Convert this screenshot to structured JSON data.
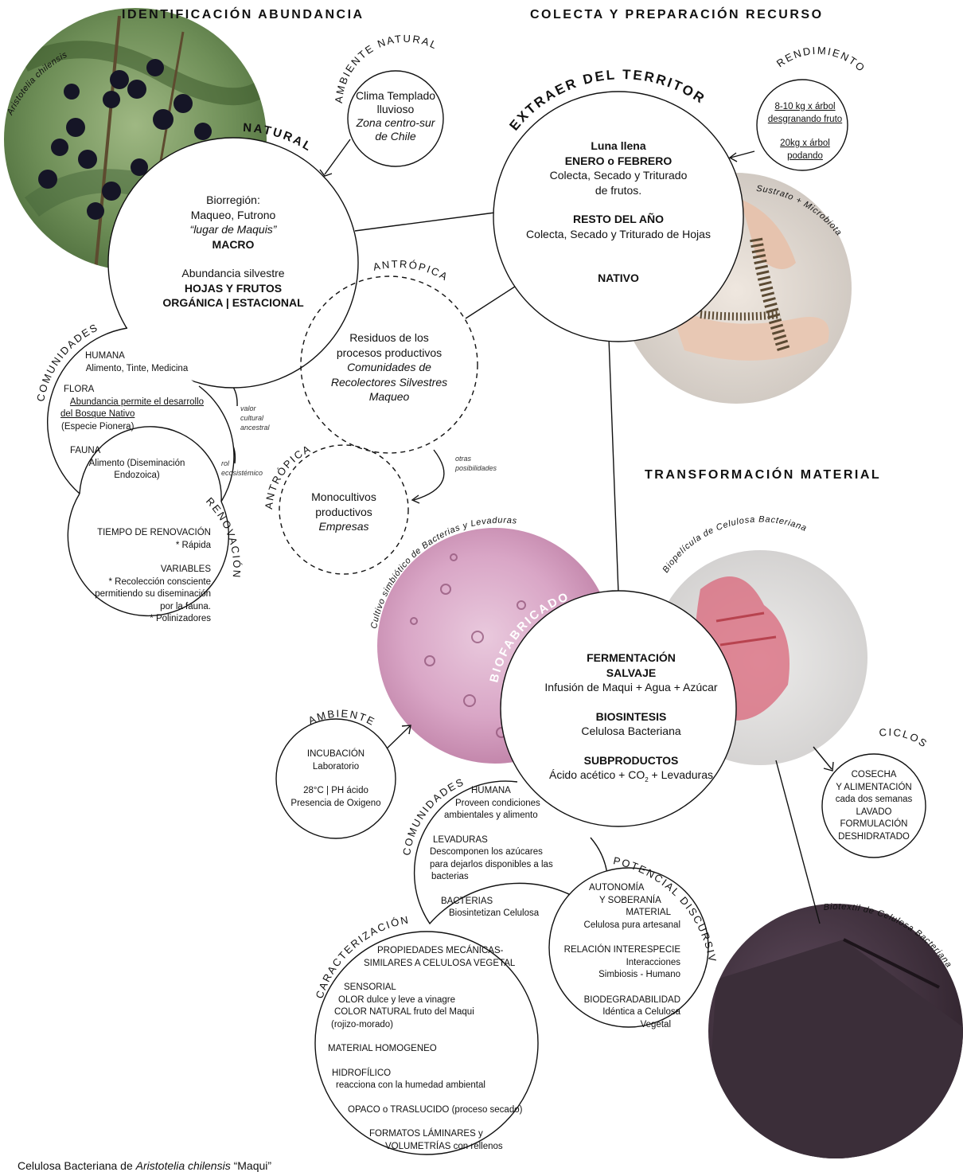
{
  "sections": {
    "identificacion": "IDENTIFICACIÓN ABUNDANCIA",
    "colecta": "COLECTA Y PREPARACIÓN RECURSO",
    "transformacion": "TRANSFORMACIÓN MATERIAL"
  },
  "arc_labels": {
    "aristotelia": "Aristotelia chilensis",
    "ambiente_natural": "AMBIENTE NATURAL",
    "natural": "NATURAL",
    "extraer": "EXTRAER DEL TERRITORIO",
    "rendimiento": "RENDIMIENTO",
    "sustrato": "Sustrato + Microbiota",
    "antropica_1": "ANTRÓPICA",
    "antropica_2": "ANTRÓPICA",
    "comunidades_1": "COMUNIDADES",
    "renovacion": "RENOVACIÓN",
    "cultivo": "Cultivo simbiótico de Bacterias y Levaduras",
    "biofabricado": "BIOFABRICADO",
    "biopelicula": "Biopelícula de Celulosa Bacteriana",
    "ambiente": "AMBIENTE",
    "ciclos": "CICLOS",
    "comunidades_2": "COMUNIDADES",
    "potencial": "POTENCIAL DISCURSIVO",
    "caracterizacion": "CARACTERIZACIÓN",
    "biotextil": "Biotextil de Celulosa Bacteriana"
  },
  "clima": {
    "l1": "Clima Templado",
    "l2": "lluvioso",
    "l3": "Zona centro-sur",
    "l4": "de Chile"
  },
  "natural": {
    "l1": "Biorregión:",
    "l2": "Maqueo, Futrono",
    "l3": "“lugar de Maquis”",
    "l4": "MACRO",
    "l5": "Abundancia silvestre",
    "l6": "HOJAS Y FRUTOS",
    "l7": "ORGÁNICA | ESTACIONAL"
  },
  "extraer": {
    "l1": "Luna llena",
    "l2": "ENERO o FEBRERO",
    "l3": "Colecta, Secado y Triturado",
    "l4": "de frutos.",
    "l5": "RESTO DEL AÑO",
    "l6": "Colecta, Secado y Triturado de Hojas",
    "l7": "NATIVO"
  },
  "rendimiento": {
    "l1": "8-10 kg x árbol",
    "l2": "desgranando fruto",
    "l3": "20kg x árbol",
    "l4": "podando"
  },
  "residuos": {
    "l1": "Residuos de los",
    "l2": "procesos productivos",
    "l3": "Comunidades de",
    "l4": "Recolectores Silvestres",
    "l5": "Maqueo"
  },
  "monocultivos": {
    "l1": "Monocultivos",
    "l2": "productivos",
    "l3": "Empresas"
  },
  "comunidades_1": {
    "h1": "HUMANA",
    "t1": "Alimento, Tinte, Medicina",
    "h2": "FLORA",
    "t2a": "Abundancia permite el desarrollo",
    "t2b": "del Bosque Nativo",
    "t2c": "(Especie Pionera)",
    "h3": "FAUNA",
    "t3a": "Alimento (Diseminación",
    "t3b": "Endozoica)"
  },
  "notes": {
    "valor1": "valor",
    "valor2": "cultural",
    "valor3": "ancestral",
    "rol1": "rol",
    "rol2": "ecosistémico",
    "otras1": "otras",
    "otras2": "posibilidades"
  },
  "renovacion": {
    "h1": "TIEMPO DE RENOVACIÓN",
    "t1": "* Rápida",
    "h2": "VARIABLES",
    "t2": "* Recolección consciente",
    "t3": "permitiendo su diseminación",
    "t4": "por la fauna.",
    "t5": "* Polinizadores"
  },
  "fermentacion": {
    "l1": "FERMENTACIÓN",
    "l2": "SALVAJE",
    "l3": "Infusión de Maqui + Agua + Azúcar",
    "l4": "BIOSINTESIS",
    "l5": "Celulosa Bacteriana",
    "l6": "SUBPRODUCTOS",
    "l7a": "Ácido acético + CO",
    "l7sub": "2",
    "l7b": " + Levaduras"
  },
  "incubacion": {
    "l1": "INCUBACIÓN",
    "l2": "Laboratorio",
    "l3": "28°C | PH ácido",
    "l4": "Presencia de Oxigeno"
  },
  "ciclos": {
    "l1": "COSECHA",
    "l2": "Y ALIMENTACIÓN",
    "l3": "cada dos semanas",
    "l4": "LAVADO",
    "l5": "FORMULACIÓN",
    "l6": "DESHIDRATADO"
  },
  "comunidades_2": {
    "h1": "HUMANA",
    "t1a": "Proveen condiciones",
    "t1b": "ambientales y alimento",
    "h2": "LEVADURAS",
    "t2a": "Descomponen los azúcares",
    "t2b": "para dejarlos disponibles a las",
    "t2c": "bacterias",
    "h3": "BACTERIAS",
    "t3": "Biosintetizan Celulosa"
  },
  "potencial": {
    "h1a": "AUTONOMÍA",
    "h1b": "Y SOBERANÍA",
    "h1c": "MATERIAL",
    "t1": "Celulosa pura artesanal",
    "h2": "RELACIÓN INTERESPECIE",
    "t2a": "Interacciones",
    "t2b": "Simbiosis - Humano",
    "h3": "BIODEGRADABILIDAD",
    "t3a": "Idéntica a Celulosa",
    "t3b": "Vegetal"
  },
  "caracterizacion": {
    "h1a": "PROPIEDADES MECÁNICAS-",
    "h1b": "SIMILARES A CELULOSA VEGETAL",
    "h2": "SENSORIAL",
    "t2a": "OLOR dulce y leve a vinagre",
    "t2b": "COLOR NATURAL fruto del Maqui",
    "t2c": "(rojizo-morado)",
    "h3": "MATERIAL HOMOGENEO",
    "h4": "HIDROFÍLICO",
    "t4": "reacciona con la humedad ambiental",
    "h5": "OPACO o TRASLUCIDO",
    "t5": "(proceso secado)",
    "h6": "FORMATOS LÁMINARES y",
    "h6b": "VOLUMETRÍAS",
    "t6": " con rellenos"
  },
  "caption": {
    "a": "Celulosa Bacteriana de ",
    "b": "Aristotelia chilensis",
    "c": " “Maqui”"
  }
}
